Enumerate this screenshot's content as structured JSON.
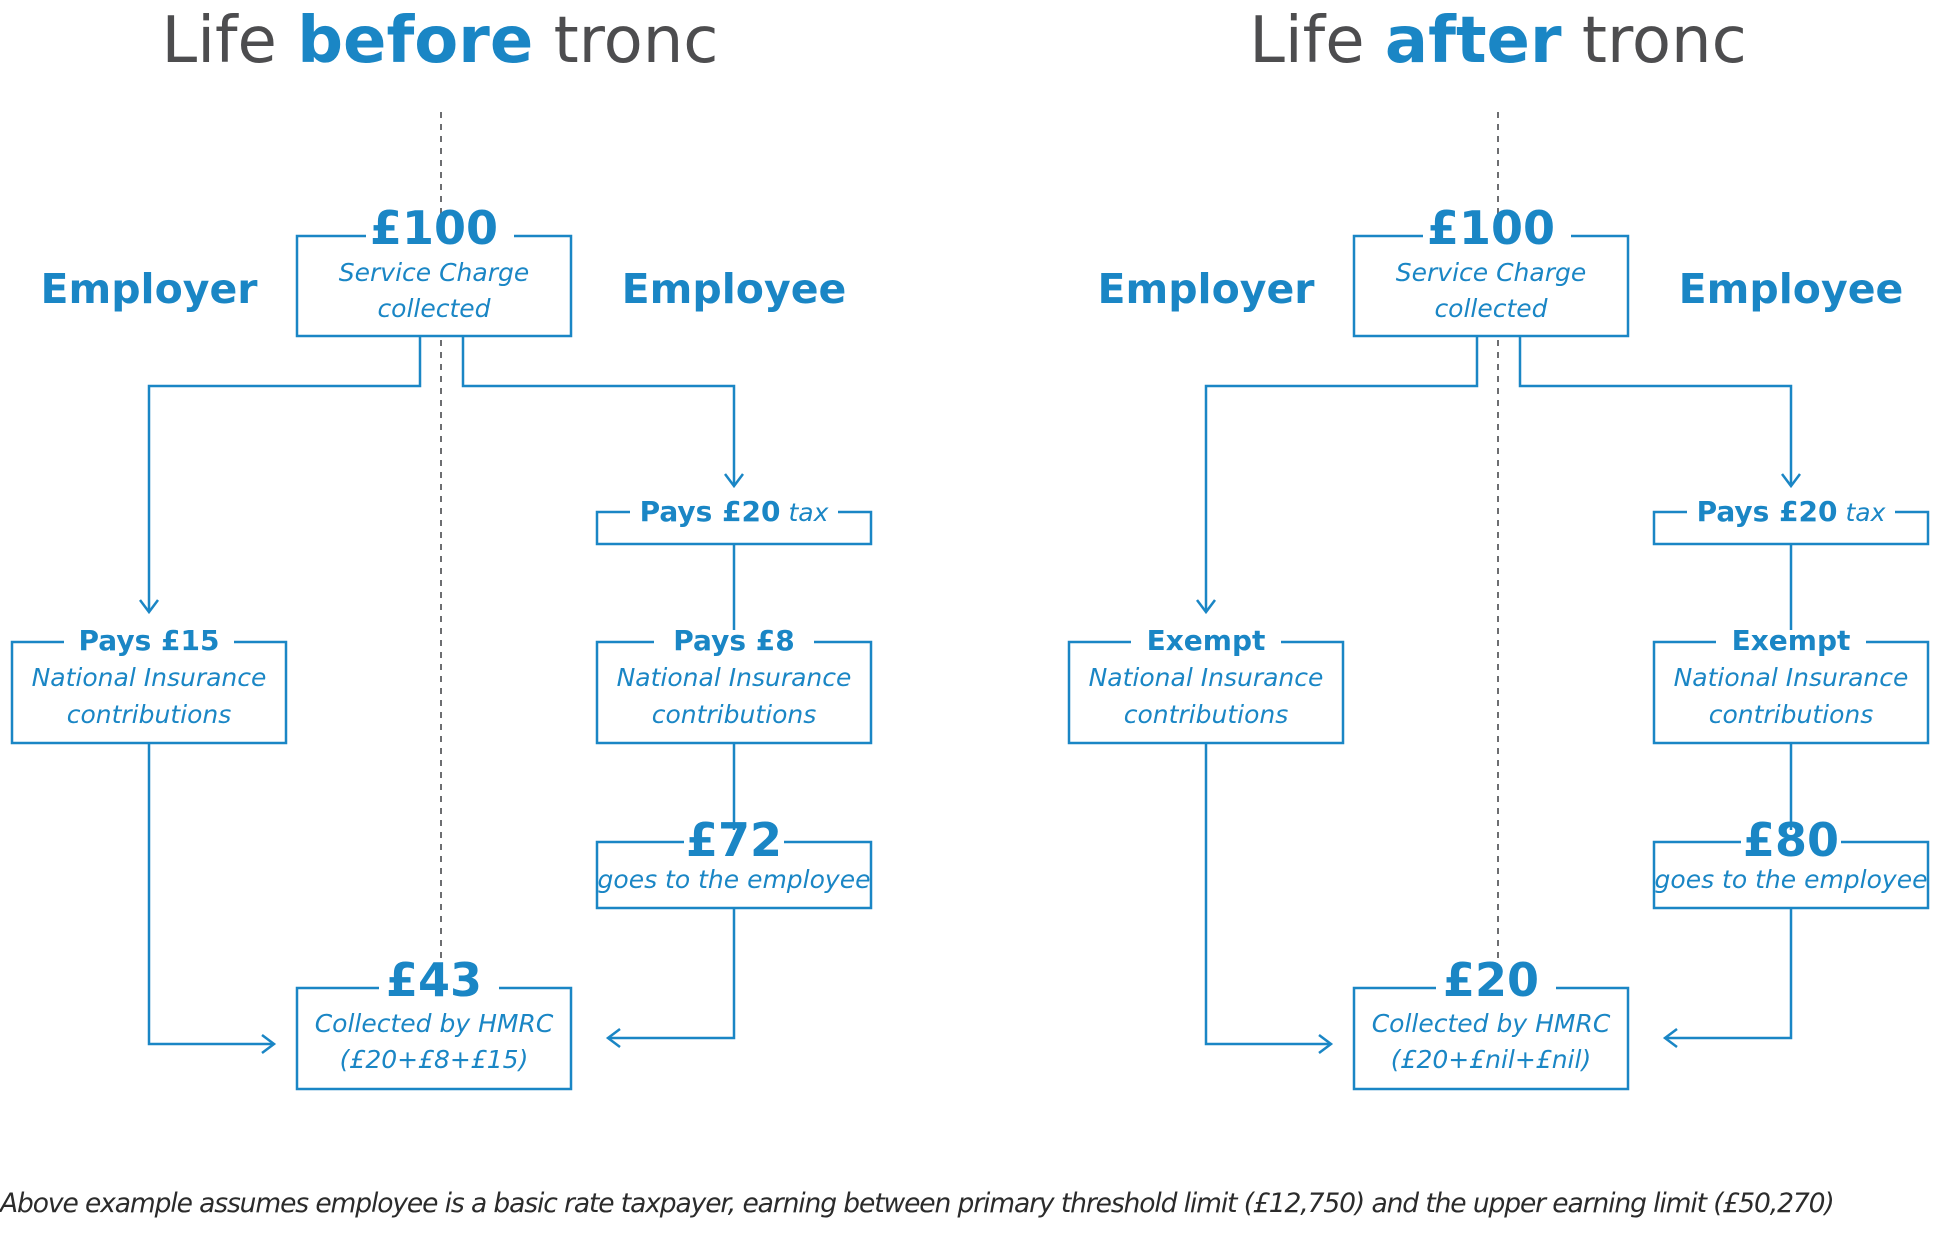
{
  "colors": {
    "accent": "#1a86c5",
    "title_gray": "#4d4d4f",
    "divider": "#6d6e71"
  },
  "panels": [
    {
      "title": {
        "pre": "Life ",
        "bold": "before",
        "post": " tronc"
      },
      "employer_label": "Employer",
      "employee_label": "Employee",
      "top": {
        "amount": "£100",
        "line1": "Service Charge",
        "line2": "collected"
      },
      "tax": {
        "bold": "Pays £20",
        "italic": " tax"
      },
      "employer_ni": {
        "head": "Pays £15",
        "line1": "National Insurance",
        "line2": "contributions"
      },
      "employee_ni": {
        "head": "Pays £8",
        "line1": "National Insurance",
        "line2": "contributions"
      },
      "employee_gets": {
        "amount": "£72",
        "line1": "goes to the employee"
      },
      "hmrc": {
        "amount": "£43",
        "line1": "Collected by HMRC",
        "line2": "(£20+£8+£15)"
      }
    },
    {
      "title": {
        "pre": "Life ",
        "bold": "after",
        "post": " tronc"
      },
      "employer_label": "Employer",
      "employee_label": "Employee",
      "top": {
        "amount": "£100",
        "line1": "Service Charge",
        "line2": "collected"
      },
      "tax": {
        "bold": "Pays £20",
        "italic": " tax"
      },
      "employer_ni": {
        "head": "Exempt",
        "line1": "National Insurance",
        "line2": "contributions"
      },
      "employee_ni": {
        "head": "Exempt",
        "line1": "National Insurance",
        "line2": "contributions"
      },
      "employee_gets": {
        "amount": "£80",
        "line1": "goes to the employee"
      },
      "hmrc": {
        "amount": "£20",
        "line1": "Collected by HMRC",
        "line2": "(£20+£nil+£nil)"
      }
    }
  ],
  "footnote": "Above example assumes employee is a basic rate taxpayer, earning between primary threshold limit (£12,750) and the upper earning limit (£50,270)"
}
